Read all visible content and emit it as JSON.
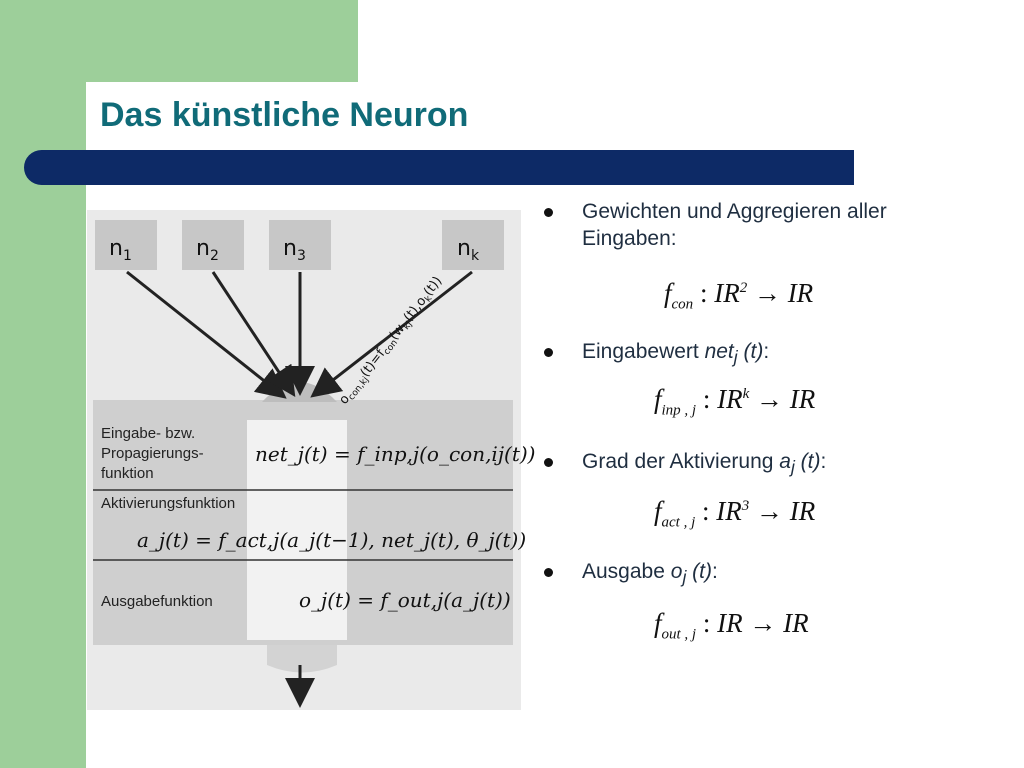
{
  "slide": {
    "title": "Das künstliche Neuron"
  },
  "figure": {
    "inputs": [
      "n1",
      "n2",
      "n3",
      "nk"
    ],
    "connection_label": "o_con,kj(t)=f_con(w_kj(t),o_k(t))",
    "section_labels": [
      "Eingabe- bzw.",
      "Propagierungs-",
      "funktion",
      "Aktivierungsfunktion",
      "Ausgabefunktion"
    ],
    "equations": {
      "net": "net_j(t) = f_inp,j(o_con,ij(t))",
      "act": "a_j(t) = f_act,j(a_j(t−1), net_j(t), θ_j(t))",
      "out": "o_j(t) = f_out,j(a_j(t))"
    }
  },
  "bullets": [
    {
      "text": "Gewichten und Aggregieren aller Eingaben:",
      "formula": {
        "f": "f",
        "sub": "con",
        "domain": "IR",
        "exp": "2",
        "arrow": "→",
        "range": "IR"
      }
    },
    {
      "text_prefix": "Eingabewert ",
      "var": "net",
      "var_sub": "j",
      "var_arg": " (t)",
      "text_suffix": ":",
      "formula": {
        "f": "f",
        "sub": "inp , j",
        "domain": "IR",
        "exp": "k",
        "arrow": "→",
        "range": "IR"
      }
    },
    {
      "text_prefix": "Grad der Aktivierung ",
      "var": "a",
      "var_sub": "j",
      "var_arg": " (t)",
      "text_suffix": ":",
      "formula": {
        "f": "f",
        "sub": "act , j",
        "domain": "IR",
        "exp": "3",
        "arrow": "→",
        "range": "IR"
      }
    },
    {
      "text_prefix": "Ausgabe ",
      "var": "o",
      "var_sub": "j",
      "var_arg": " (t)",
      "text_suffix": ":",
      "formula": {
        "f": "f",
        "sub": "out , j",
        "domain": "IR",
        "exp": "",
        "arrow": "→",
        "range": "IR"
      }
    }
  ],
  "colors": {
    "green": "#9dcf9a",
    "title": "#106b78",
    "rule": "#0d2a66"
  }
}
